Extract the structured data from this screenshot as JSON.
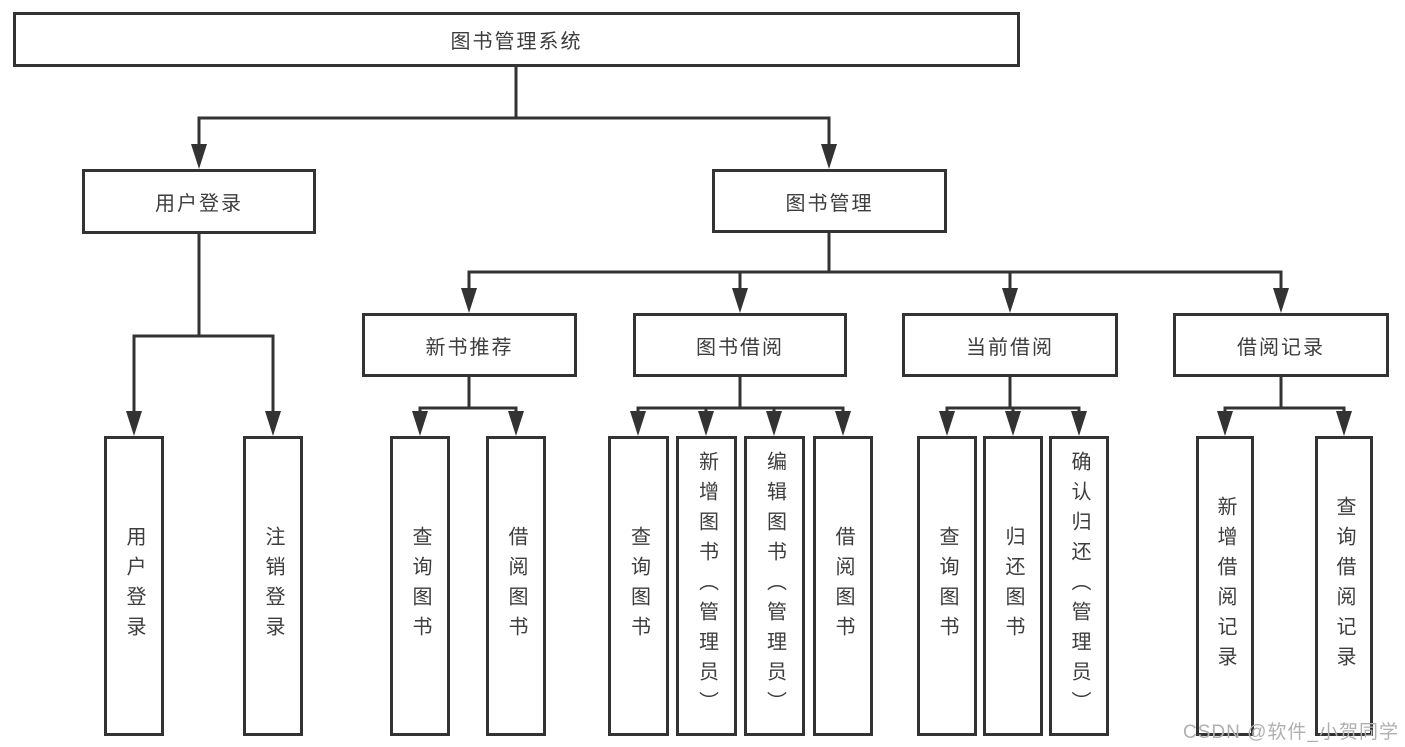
{
  "diagram_title": "图书管理系统",
  "colors": {
    "line": "#333333",
    "box_border": "#333333",
    "box_background": "#ffffff",
    "text": "#3d3d3d",
    "watermark": "#b0b0b0"
  },
  "nodes": {
    "root": {
      "label": "图书管理系统"
    },
    "level2": [
      {
        "label": "用户登录"
      },
      {
        "label": "图书管理"
      }
    ],
    "level3": [
      {
        "label": "新书推荐"
      },
      {
        "label": "图书借阅"
      },
      {
        "label": "当前借阅"
      },
      {
        "label": "借阅记录"
      }
    ],
    "leaves": [
      {
        "label": "用户登录"
      },
      {
        "label": "注销登录"
      },
      {
        "label": "查询图书"
      },
      {
        "label": "借阅图书"
      },
      {
        "label": "查询图书"
      },
      {
        "label": "新增图书（管理员）"
      },
      {
        "label": "编辑图书（管理员）"
      },
      {
        "label": "借阅图书"
      },
      {
        "label": "查询图书"
      },
      {
        "label": "归还图书"
      },
      {
        "label": "确认归还（管理员）"
      },
      {
        "label": "新增借阅记录"
      },
      {
        "label": "查询借阅记录"
      }
    ]
  },
  "watermark": {
    "text": "CSDN @软件_小贺同学"
  }
}
